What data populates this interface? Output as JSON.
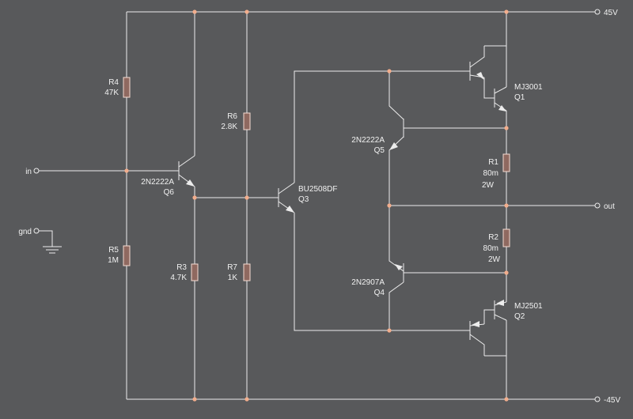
{
  "nets": {
    "pos_rail": "45V",
    "neg_rail": "-45V",
    "input": "in",
    "ground": "gnd",
    "output": "out"
  },
  "resistors": {
    "R1": {
      "ref": "R1",
      "value": "80m",
      "power": "2W"
    },
    "R2": {
      "ref": "R2",
      "value": "80m",
      "power": "2W"
    },
    "R3": {
      "ref": "R3",
      "value": "4.7K"
    },
    "R4": {
      "ref": "R4",
      "value": "47K"
    },
    "R5": {
      "ref": "R5",
      "value": "1M"
    },
    "R6": {
      "ref": "R6",
      "value": "2.8K"
    },
    "R7": {
      "ref": "R7",
      "value": "1K"
    }
  },
  "transistors": {
    "Q1": {
      "ref": "Q1",
      "part": "MJ3001"
    },
    "Q2": {
      "ref": "Q2",
      "part": "MJ2501"
    },
    "Q3": {
      "ref": "Q3",
      "part": "BU2508DF"
    },
    "Q4": {
      "ref": "Q4",
      "part": "2N2907A"
    },
    "Q5": {
      "ref": "Q5",
      "part": "2N2222A"
    },
    "Q6": {
      "ref": "Q6",
      "part": "2N2222A"
    }
  },
  "colors": {
    "background": "#58595b",
    "wire": "#ececec",
    "junction": "#f2ad8c",
    "resistor_fill": "#8f6960",
    "text": "#f1f1f1"
  }
}
